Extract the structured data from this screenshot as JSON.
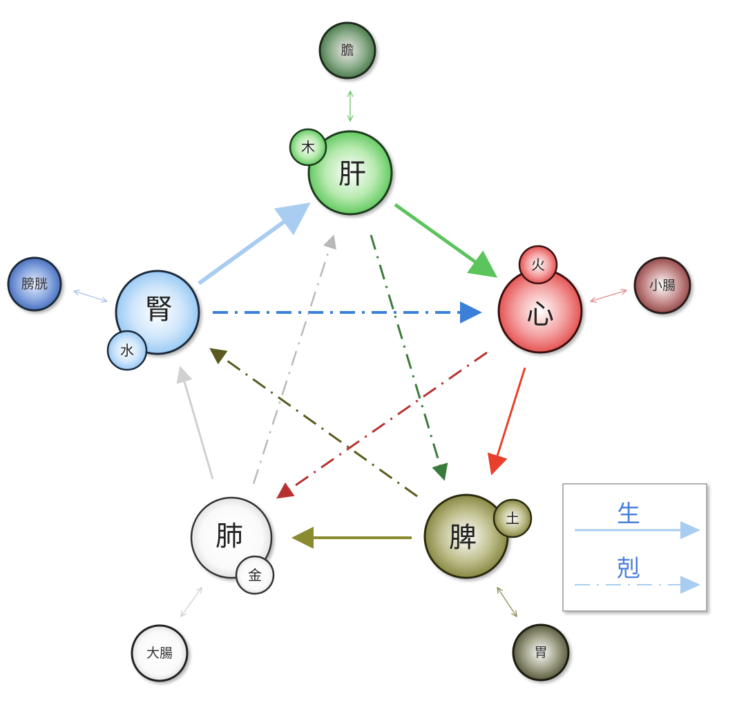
{
  "organs": {
    "liver": {
      "label": "肝",
      "element": "木"
    },
    "heart": {
      "label": "心",
      "element": "火"
    },
    "spleen": {
      "label": "脾",
      "element": "土"
    },
    "lung": {
      "label": "肺",
      "element": "金"
    },
    "kidney": {
      "label": "腎",
      "element": "水"
    }
  },
  "fu_organs": {
    "gallbladder": "膽",
    "small_intestine": "小腸",
    "stomach": "胃",
    "large_intestine": "大腸",
    "bladder": "膀胱"
  },
  "legend": {
    "generating": "生",
    "controlling": "剋"
  },
  "colors": {
    "wood": "#4fc24f",
    "fire": "#e84a4a",
    "earth": "#7a7a30",
    "metal": "#e8e8e8",
    "water": "#9fcdf5"
  }
}
